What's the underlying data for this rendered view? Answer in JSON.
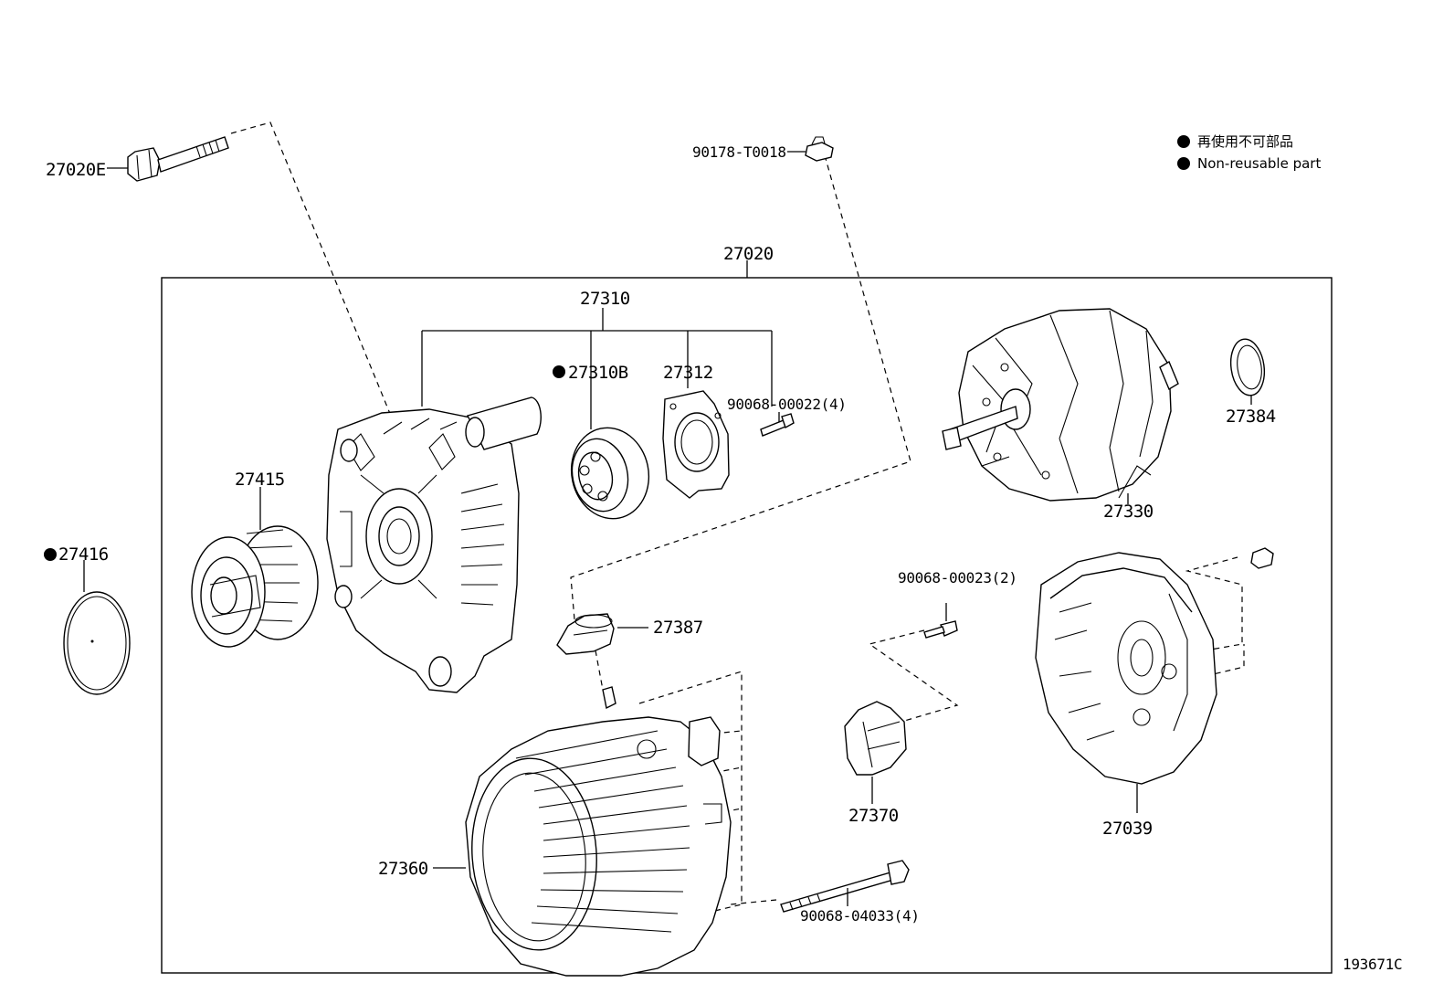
{
  "legend": {
    "marker": "●",
    "line1": "再使用不可部品",
    "line2": "Non-reusable part"
  },
  "figure_id": "193671C",
  "parts": {
    "p27020E": "27020E",
    "p90178": "90178-T0018",
    "p27020": "27020",
    "p27310": "27310",
    "p27310B": "27310B",
    "p27312": "27312",
    "p90068_00022": "90068-00022(4)",
    "p27415": "27415",
    "p27416": "27416",
    "p27384": "27384",
    "p27330": "27330",
    "p90068_00023": "90068-00023(2)",
    "p27387": "27387",
    "p27370": "27370",
    "p27039": "27039",
    "p27360": "27360",
    "p90068_04033": "90068-04033(4)"
  },
  "non_reusable_marker": "●"
}
